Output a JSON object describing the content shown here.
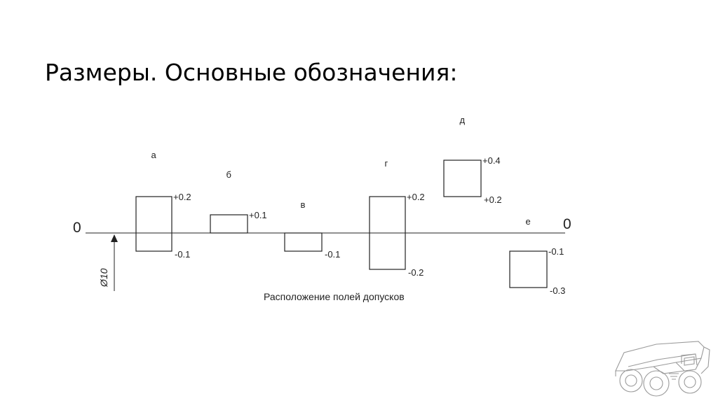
{
  "slide": {
    "title": "Размеры. Основные обозначения:"
  },
  "diagram": {
    "zero_left": "0",
    "zero_right": "0",
    "diameter_label": "Ø10",
    "caption": "Расположение полей допусков",
    "fields": [
      {
        "letter": "а",
        "upper": 0.2,
        "lower": -0.1,
        "upper_label": "+0.2",
        "lower_label": "-0.1"
      },
      {
        "letter": "б",
        "upper": 0.1,
        "lower": 0.0,
        "upper_label": "+0.1",
        "lower_label": ""
      },
      {
        "letter": "в",
        "upper": 0.0,
        "lower": -0.1,
        "upper_label": "",
        "lower_label": "-0.1"
      },
      {
        "letter": "г",
        "upper": 0.2,
        "lower": -0.2,
        "upper_label": "+0.2",
        "lower_label": "-0.2"
      },
      {
        "letter": "д",
        "upper": 0.4,
        "lower": 0.2,
        "upper_label": "+0.4",
        "lower_label": "+0.2"
      },
      {
        "letter": "е",
        "upper": -0.1,
        "lower": -0.3,
        "upper_label": "-0.1",
        "lower_label": "-0.3"
      }
    ]
  },
  "logo": {
    "icon": "mining-dump-truck-icon"
  }
}
